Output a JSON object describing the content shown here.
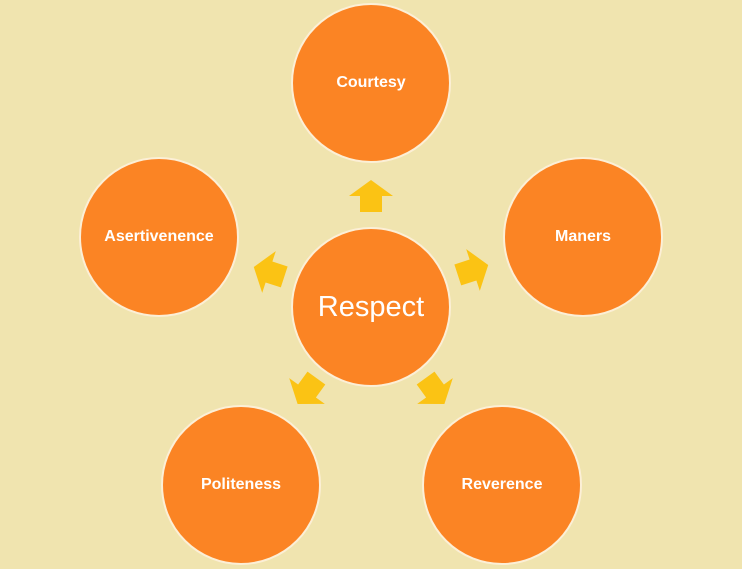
{
  "diagram": {
    "center": {
      "label": "Respect"
    },
    "nodes": [
      {
        "id": "courtesy",
        "label": "Courtesy"
      },
      {
        "id": "maners",
        "label": "Maners"
      },
      {
        "id": "reverence",
        "label": "Reverence"
      },
      {
        "id": "politeness",
        "label": "Politeness"
      },
      {
        "id": "asertivenence",
        "label": "Asertivenence"
      }
    ],
    "colors": {
      "background": "#F0E4AF",
      "circle_fill": "#FB8424",
      "circle_border": "#FCEFD6",
      "arrow_fill": "#FBC314",
      "text": "#FFFFFF"
    }
  }
}
